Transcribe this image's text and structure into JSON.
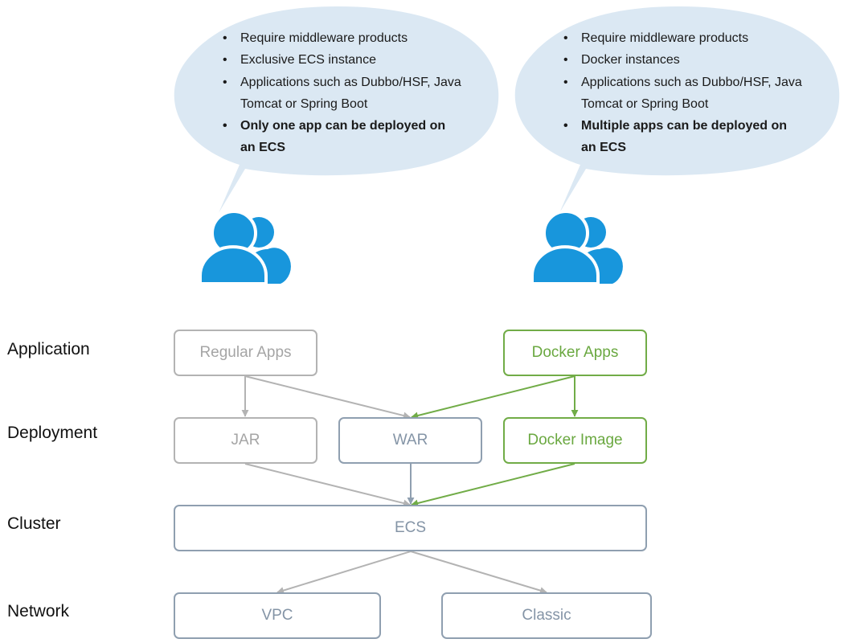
{
  "colors": {
    "bubble": "#dbe8f3",
    "user_icon": "#1896dc",
    "gray": "#b3b3b3",
    "green": "#71ac47",
    "slate": "#8f9fb0"
  },
  "bubbles": {
    "left": {
      "items": [
        "Require middleware products",
        "Exclusive ECS instance",
        "Applications such as Dubbo/HSF, Java Tomcat or Spring Boot",
        "Only one app can be deployed on an ECS"
      ]
    },
    "right": {
      "items": [
        "Require middleware products",
        "Docker instances",
        "Applications such as Dubbo/HSF, Java Tomcat or Spring Boot",
        "Multiple apps can be deployed on an ECS"
      ]
    }
  },
  "layers": {
    "application": "Application",
    "deployment": "Deployment",
    "cluster": "Cluster",
    "network": "Network"
  },
  "nodes": {
    "regular_apps": "Regular Apps",
    "docker_apps": "Docker Apps",
    "jar": "JAR",
    "war": "WAR",
    "docker_image": "Docker Image",
    "ecs": "ECS",
    "vpc": "VPC",
    "classic": "Classic"
  }
}
